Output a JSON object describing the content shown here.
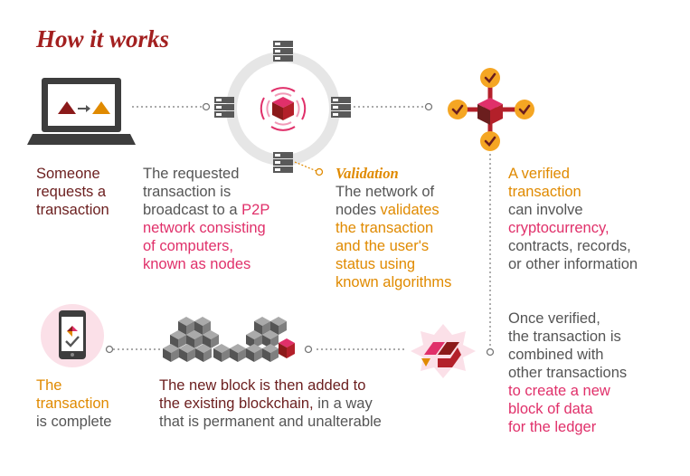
{
  "title": "How it works",
  "step1": {
    "line1": "Someone",
    "line2": "requests a",
    "line3": "transaction"
  },
  "step2": {
    "line1": "The requested",
    "line2": "transaction is",
    "line3a": "broadcast to a ",
    "line3b": "P2P",
    "line4": "network consisting",
    "line5": "of computers,",
    "line6": "known as nodes"
  },
  "step3": {
    "title": "Validation",
    "line1": "The network of",
    "line2a": "nodes ",
    "line2b": "validates",
    "line3": "the transaction",
    "line4": "and the user's",
    "line5": "status using",
    "line6": "known algorithms"
  },
  "step4": {
    "line1": "A verified",
    "line2": "transaction",
    "line3": "can involve",
    "line4": "cryptocurrency,",
    "line5": "contracts, records,",
    "line6": "or other information"
  },
  "step5": {
    "line1": "Once verified,",
    "line2": "the transaction is",
    "line3": "combined with",
    "line4": "other transactions",
    "line5": "to create a new",
    "line6": "block of data",
    "line7": "for the ledger"
  },
  "step6": {
    "line1": "The new block is then added to",
    "line2a": "the existing blockchain,",
    "line2b": " in a way",
    "line3": "that is permanent and unalterable"
  },
  "step7": {
    "line1": "The",
    "line2": "transaction",
    "line3": "is complete"
  },
  "colors": {
    "title": "#a32020",
    "pink": "#e0306a",
    "orange": "#e08a00",
    "dark_red": "#6b1e1e",
    "text": "#555555"
  }
}
